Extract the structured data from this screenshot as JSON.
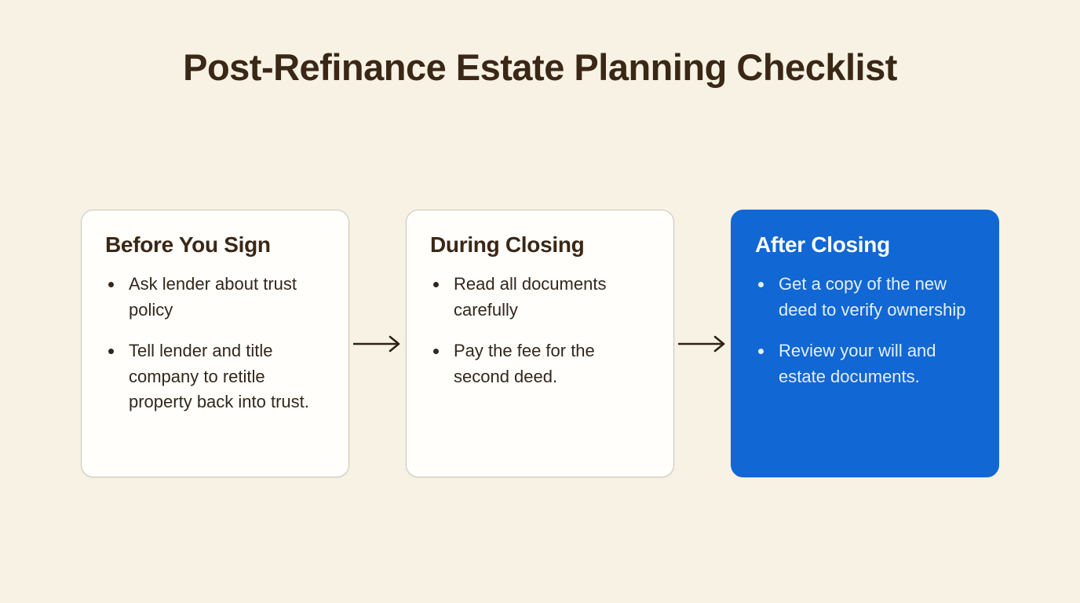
{
  "title": "Post-Refinance Estate Planning Checklist",
  "cards": [
    {
      "heading": "Before You Sign",
      "variant": "light",
      "bullets": [
        "Ask lender about trust policy",
        "Tell lender and title company to retitle property back into trust."
      ]
    },
    {
      "heading": "During Closing",
      "variant": "light",
      "bullets": [
        "Read all documents carefully",
        "Pay the fee for the second deed."
      ]
    },
    {
      "heading": "After Closing",
      "variant": "blue",
      "bullets": [
        "Get a copy of the new deed to verify ownership",
        "Review your will and estate documents."
      ]
    }
  ],
  "colors": {
    "bg": "#f7f2e3",
    "card-bg": "#fffefb",
    "card-border": "#c9c7c2",
    "accent-blue": "#1167d3",
    "ink": "#33271b",
    "heading-ink": "#3a2715",
    "blue-card-text": "#e4effb"
  }
}
